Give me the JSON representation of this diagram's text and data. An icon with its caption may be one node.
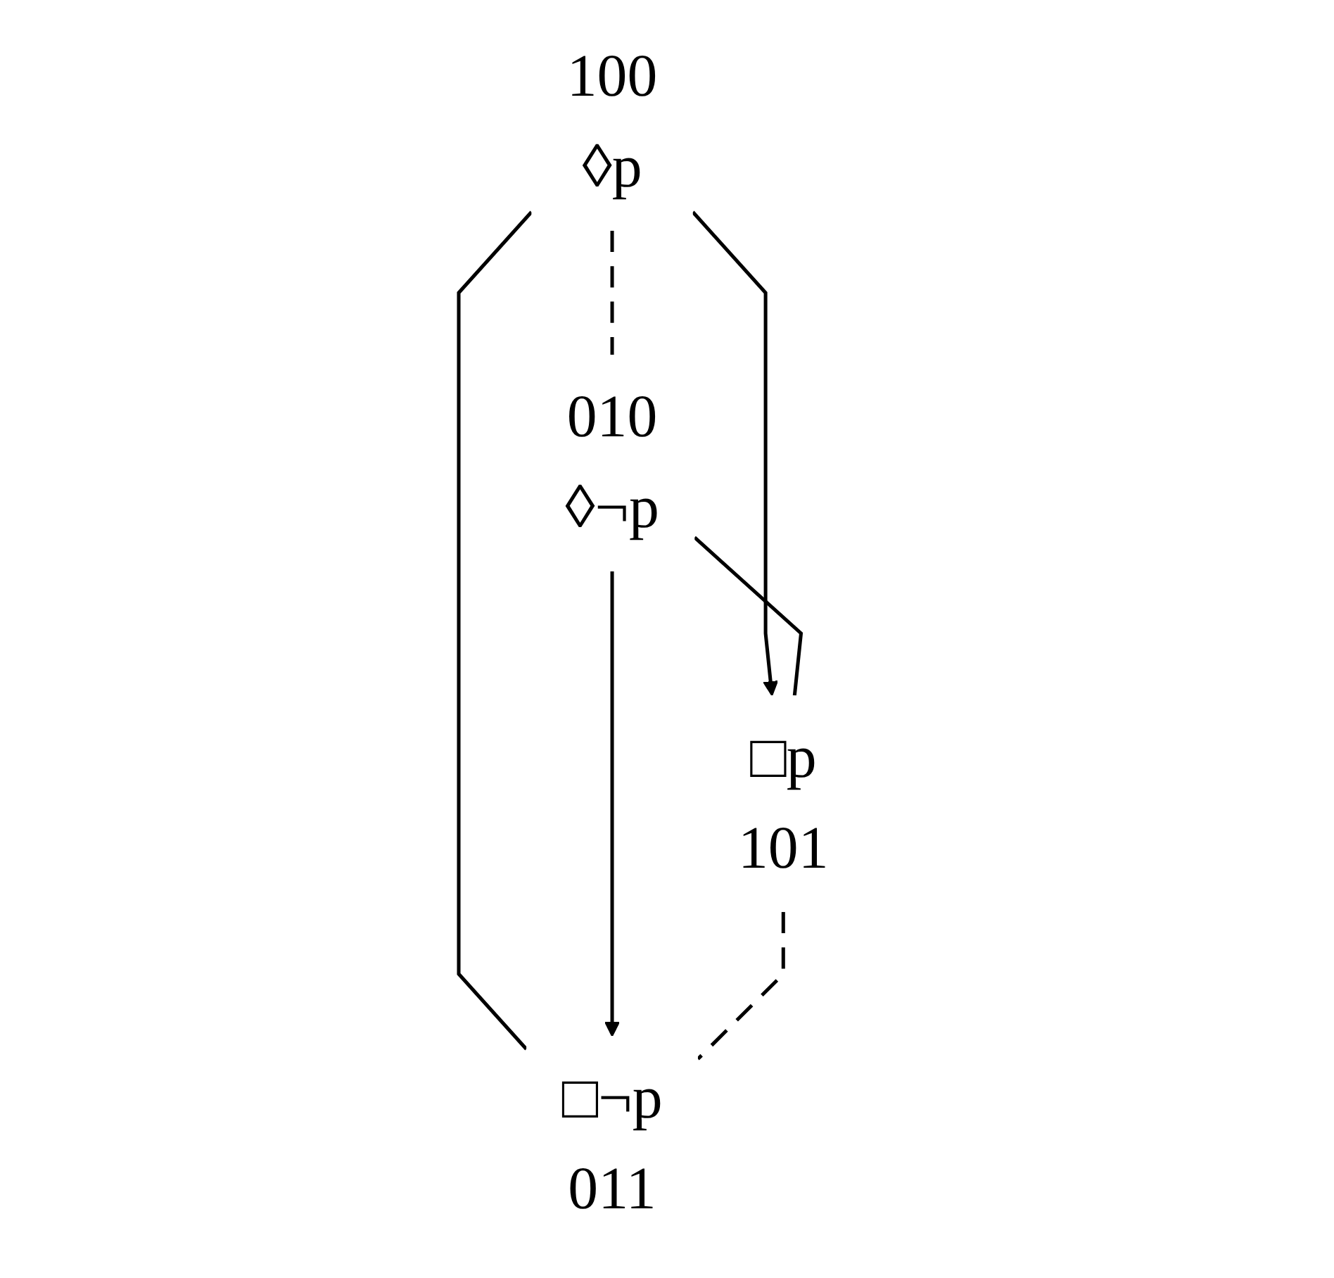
{
  "diagram": {
    "nodes": [
      {
        "text": [
          "100",
          "◊p"
        ]
      },
      {
        "text": [
          "010",
          "◊¬p"
        ]
      },
      {
        "text": [
          "□p",
          "101"
        ]
      },
      {
        "text": [
          "□¬p",
          "011"
        ]
      }
    ],
    "edges": [
      {
        "from": 0,
        "to": 1,
        "arrow": "none",
        "style": "dashed"
      },
      {
        "from": 0,
        "to": 2,
        "arrow": "to"
      },
      {
        "from": 0,
        "to": 3,
        "arrow": "none"
      },
      {
        "from": 1,
        "to": 2,
        "arrow": "none"
      },
      {
        "from": 1,
        "to": 3,
        "arrow": "to"
      },
      {
        "from": 2,
        "to": 3,
        "arrow": "none",
        "style": "dashed"
      }
    ]
  }
}
